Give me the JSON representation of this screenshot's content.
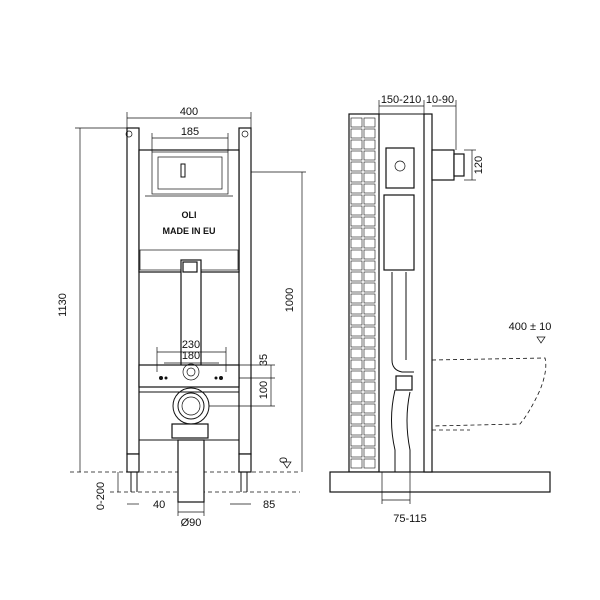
{
  "front_view": {
    "width_400": "400",
    "width_185": "185",
    "height_1130": "1130",
    "height_1000": "1000",
    "brand": "OLI",
    "made_in": "MADE IN EU",
    "dim_230": "230",
    "dim_180": "180",
    "dim_35": "35",
    "dim_100": "100",
    "zero": "0",
    "dim_0_200": "0-200",
    "dim_40": "40",
    "dim_85": "85",
    "dim_d90": "Ø90"
  },
  "side_view": {
    "dim_150_210": "150-210",
    "dim_10_90": "10-90",
    "dim_120": "120",
    "dim_400_10": "400 ± 10",
    "dim_75_115": "75-115"
  }
}
